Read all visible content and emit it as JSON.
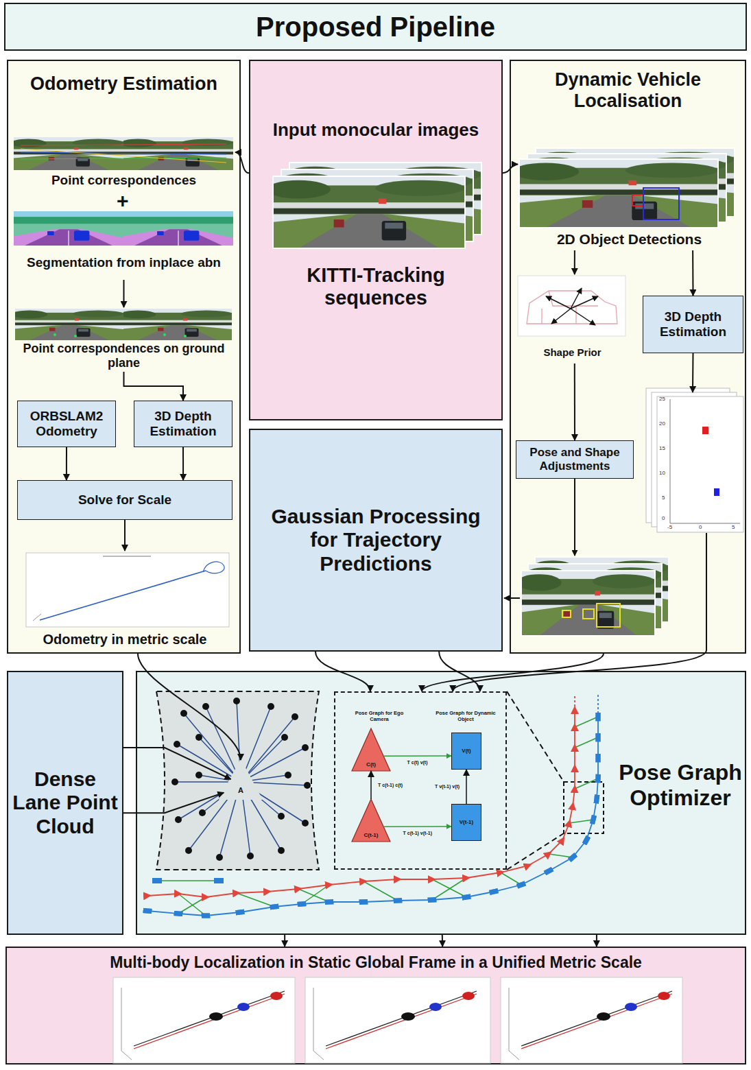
{
  "diagram": {
    "title": "Proposed Pipeline",
    "nodes": [
      {
        "text": [
          "Odometry Estimation"
        ]
      },
      {
        "text": [
          "Point correspondences"
        ],
        "in": 0
      },
      {
        "text": [
          "Segmentation from inplace abn"
        ],
        "in": 0
      },
      {
        "text": [
          "Point correspondences on ground plane"
        ],
        "in": 0
      },
      {
        "text": [
          "ORBSLAM2 Odometry"
        ],
        "in": 0
      },
      {
        "text": [
          "3D Depth Estimation"
        ],
        "in": 0
      },
      {
        "text": [
          "Solve for Scale"
        ],
        "in": 0
      },
      {
        "text": [
          "Odometry in metric scale"
        ],
        "in": 0
      },
      {
        "text": [
          "Input monocular images",
          "KITTI-Tracking sequences"
        ]
      },
      {
        "text": [
          "Dynamic Vehicle Localisation"
        ]
      },
      {
        "text": [
          "2D Object Detections"
        ],
        "in": 9
      },
      {
        "text": [
          "Shape Prior"
        ],
        "in": 9
      },
      {
        "text": [
          "3D Depth Estimation"
        ],
        "in": 9
      },
      {
        "text": [
          "Pose and Shape Adjustments"
        ],
        "in": 9
      },
      {
        "text": [
          "25",
          "20",
          "15",
          "10",
          "5",
          "0",
          "-5",
          "0",
          "5"
        ],
        "in": 9
      },
      {
        "text": [
          "Gaussian Processing for Trajectory Predictions"
        ]
      },
      {
        "text": [
          "Dense Lane Point Cloud"
        ]
      },
      {
        "text": [
          "Pose Graph Optimizer"
        ]
      },
      {
        "text": [
          "A"
        ],
        "in": 17
      },
      {
        "text": [
          "Pose Graph for Ego Camera",
          "Pose Graph for Dynamic Object"
        ],
        "in": 17
      },
      {
        "text": [
          "C(t)"
        ],
        "in": 19
      },
      {
        "text": [
          "V(t)"
        ],
        "in": 19
      },
      {
        "text": [
          "C(t-1)"
        ],
        "in": 19
      },
      {
        "text": [
          "V(t-1)"
        ],
        "in": 19
      },
      {
        "text": [
          "Multi-body Localization in Static Global Frame in a Unified Metric Scale"
        ]
      }
    ],
    "edges": [
      {
        "from": 8,
        "to": 1,
        "arrow": "to"
      },
      {
        "from": 8,
        "to": 10,
        "arrow": "to"
      },
      {
        "from": 2,
        "to": 3,
        "arrow": "to"
      },
      {
        "from": 3,
        "to": 5,
        "arrow": "to"
      },
      {
        "from": 4,
        "to": 6,
        "arrow": "to"
      },
      {
        "from": 5,
        "to": 6,
        "arrow": "to"
      },
      {
        "from": 6,
        "to": 7,
        "arrow": "to"
      },
      {
        "from": 10,
        "to": 11,
        "arrow": "to"
      },
      {
        "from": 10,
        "to": 12,
        "arrow": "to"
      },
      {
        "from": 11,
        "to": 13,
        "arrow": "to"
      },
      {
        "from": 12,
        "to": 14,
        "arrow": "to"
      },
      {
        "from": 0,
        "to": 18,
        "arrow": "to"
      },
      {
        "from": 15,
        "to": 19,
        "arrow": "to"
      },
      {
        "from": 15,
        "to": 19,
        "arrow": "to"
      },
      {
        "from": 9,
        "to": 19,
        "arrow": "to"
      },
      {
        "from": 14,
        "to": 19,
        "arrow": "to"
      },
      {
        "from": 16,
        "to": 18,
        "arrow": "to"
      },
      {
        "from": 16,
        "to": 18,
        "arrow": "to"
      },
      {
        "from": 22,
        "to": 20,
        "label": "T c(t-1) c(t)",
        "arrow": "to"
      },
      {
        "from": 23,
        "to": 21,
        "label": "T v(t-1) v(t)",
        "arrow": "to"
      },
      {
        "from": 20,
        "to": 21,
        "label": "T c(t) v(t)",
        "arrow": "to"
      },
      {
        "from": 22,
        "to": 23,
        "label": "T c(t-1) v(t-1)",
        "arrow": "to"
      },
      {
        "from": 17,
        "to": 24,
        "arrow": "to"
      },
      {
        "from": 17,
        "to": 24,
        "arrow": "to"
      },
      {
        "from": 17,
        "to": 24,
        "arrow": "to"
      }
    ],
    "labels": [
      "+"
    ]
  }
}
